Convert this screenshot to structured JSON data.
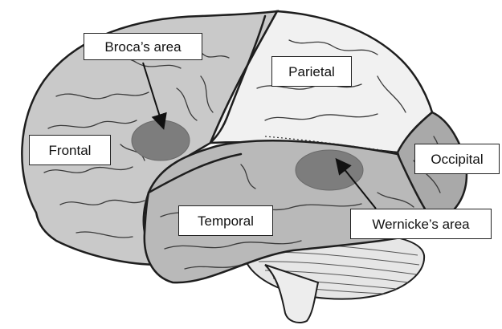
{
  "labels": {
    "broca": "Broca’s area",
    "parietal": "Parietal",
    "frontal": "Frontal",
    "occipital": "Occipital",
    "temporal": "Temporal",
    "wernicke": "Wernicke’s area"
  },
  "colors": {
    "frontal_lobe": "#c9c9c9",
    "parietal_lobe": "#f1f1f1",
    "temporal_lobe": "#b9b9b9",
    "occipital_lobe": "#a9a9a9",
    "area_highlight": "#7d7d7d",
    "outline": "#1e1e1e",
    "sulcus": "#3a3a3a"
  }
}
